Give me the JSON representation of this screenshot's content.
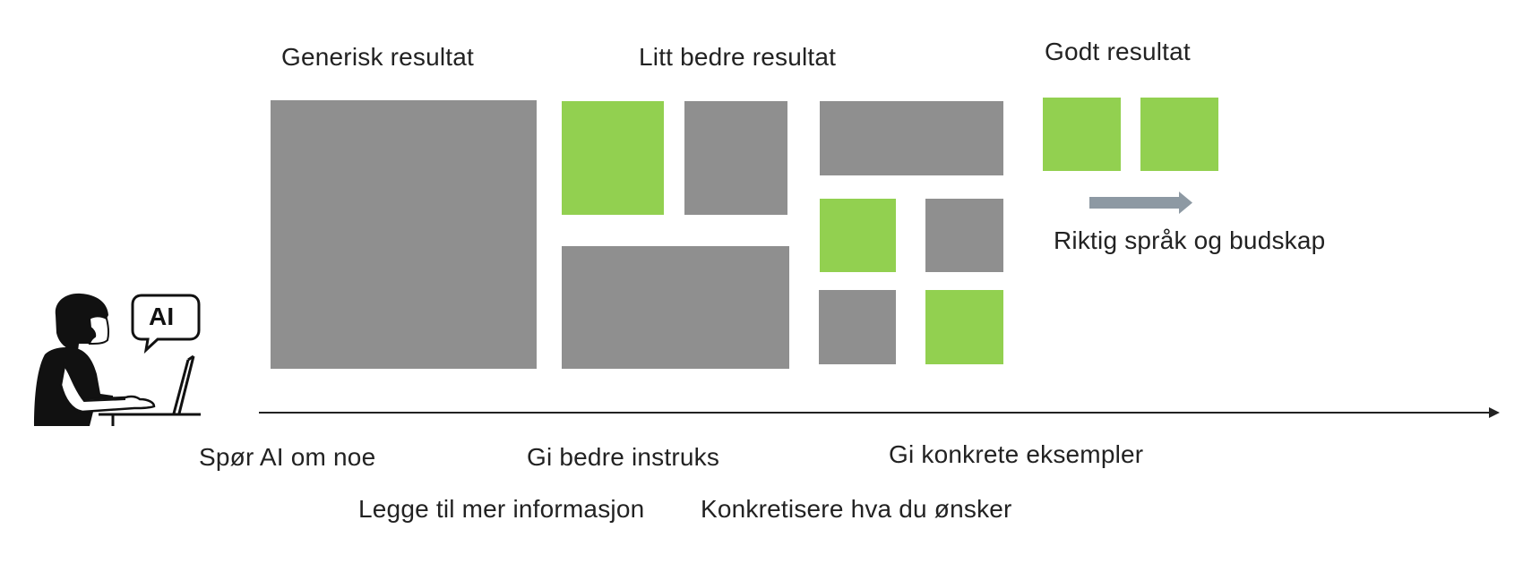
{
  "colors": {
    "gray_block": "#8f8f8f",
    "green_block": "#92d050",
    "arrow": "#8d99a3",
    "text": "#222222",
    "axis": "#222222"
  },
  "stages": {
    "stage1_title": "Generisk resultat",
    "stage2_title": "Litt bedre resultat",
    "stage3_title": "Godt resultat"
  },
  "result_note": "Riktig språk og budskap",
  "steps": {
    "step1": "Spør AI om noe",
    "step2": "Legge til mer informasjon",
    "step3": "Gi bedre instruks",
    "step4": "Konkretisere hva du ønsker",
    "step5": "Gi konkrete eksempler"
  },
  "illustration": {
    "icon": "person-at-laptop-icon",
    "speech_bubble_text": "AI"
  }
}
